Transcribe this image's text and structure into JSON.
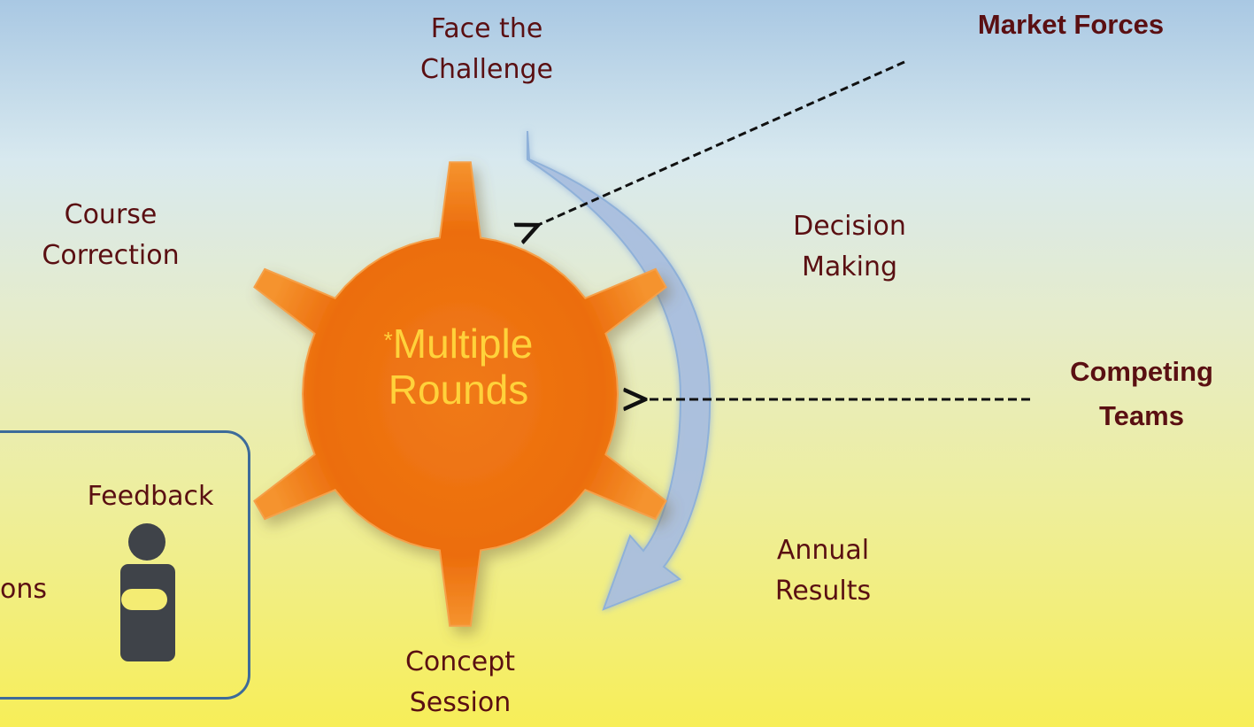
{
  "stages": {
    "face_challenge": [
      "Face the",
      "Challenge"
    ],
    "decision_making": [
      "Decision",
      "Making"
    ],
    "annual_results": [
      "Annual",
      "Results"
    ],
    "concept_session": [
      "Concept",
      "Session"
    ],
    "course_correction": [
      "Course",
      "Correction"
    ]
  },
  "center": {
    "marker": "*",
    "line1": "Multiple",
    "line2": "Rounds"
  },
  "external_forces": {
    "market_forces": "Market Forces",
    "competing_teams": [
      "Competing",
      "Teams"
    ]
  },
  "feedback_box": {
    "title": "Feedback",
    "partial_label": "ons",
    "icon": "person-icon"
  },
  "colors": {
    "gear": "#ee6e0e",
    "center_text": "#ffd23b",
    "label_text": "#5a0f12",
    "arrow": "#a9bedf",
    "box_border": "#3d6b9a",
    "person_icon": "#3f4349"
  }
}
